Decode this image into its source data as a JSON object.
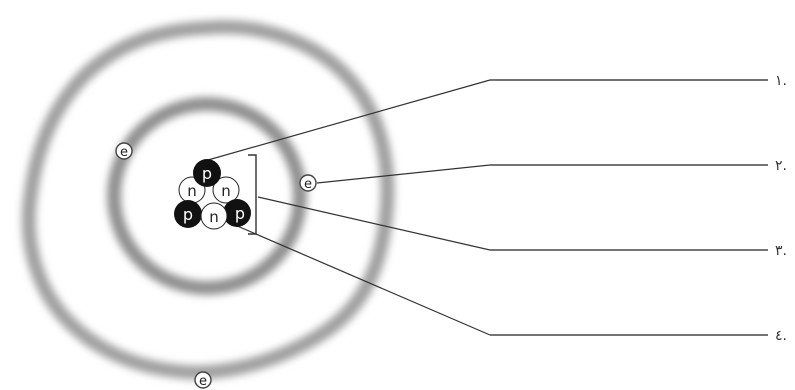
{
  "particles": {
    "proton": "p",
    "neutron": "n",
    "electron": "e"
  },
  "answer_numbers": [
    "١.",
    "٢.",
    "٣.",
    "٤."
  ],
  "colors": {
    "shell": "#9a9a9a",
    "proton_fill": "#111111",
    "neutron_fill": "#ffffff",
    "line": "#333333"
  }
}
